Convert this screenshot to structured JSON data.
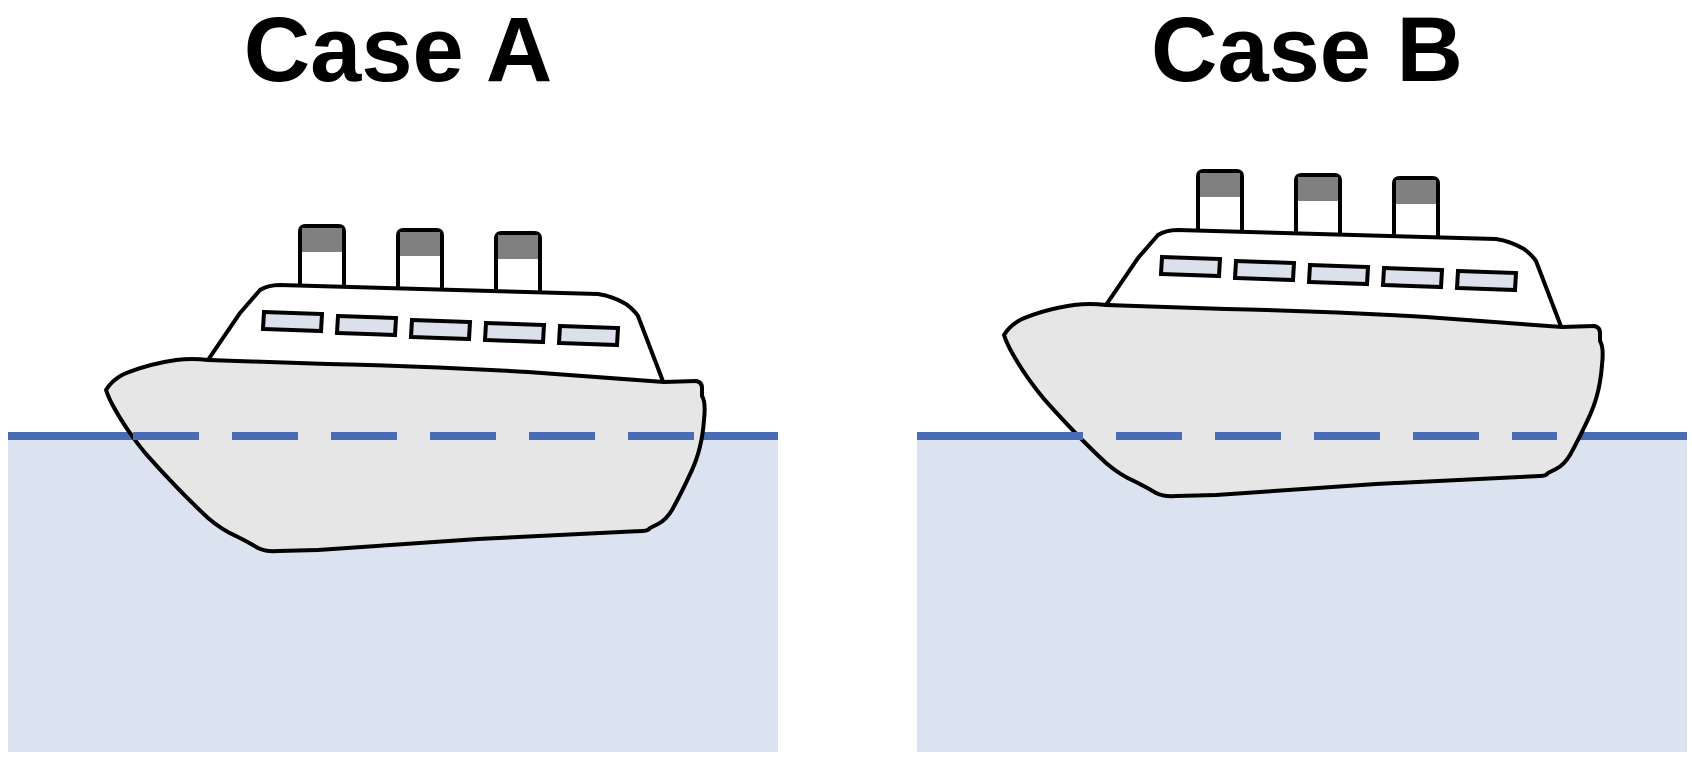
{
  "cases": [
    {
      "id": "a",
      "title": "Case A"
    },
    {
      "id": "b",
      "title": "Case B"
    }
  ],
  "colors": {
    "water": "#dce3f0",
    "waterline": "#4a6cb5",
    "hull": "#e6e6e6",
    "deck": "#ffffff",
    "window": "#dbe0ea",
    "funnel_cap": "#808080",
    "outline": "#000000"
  }
}
